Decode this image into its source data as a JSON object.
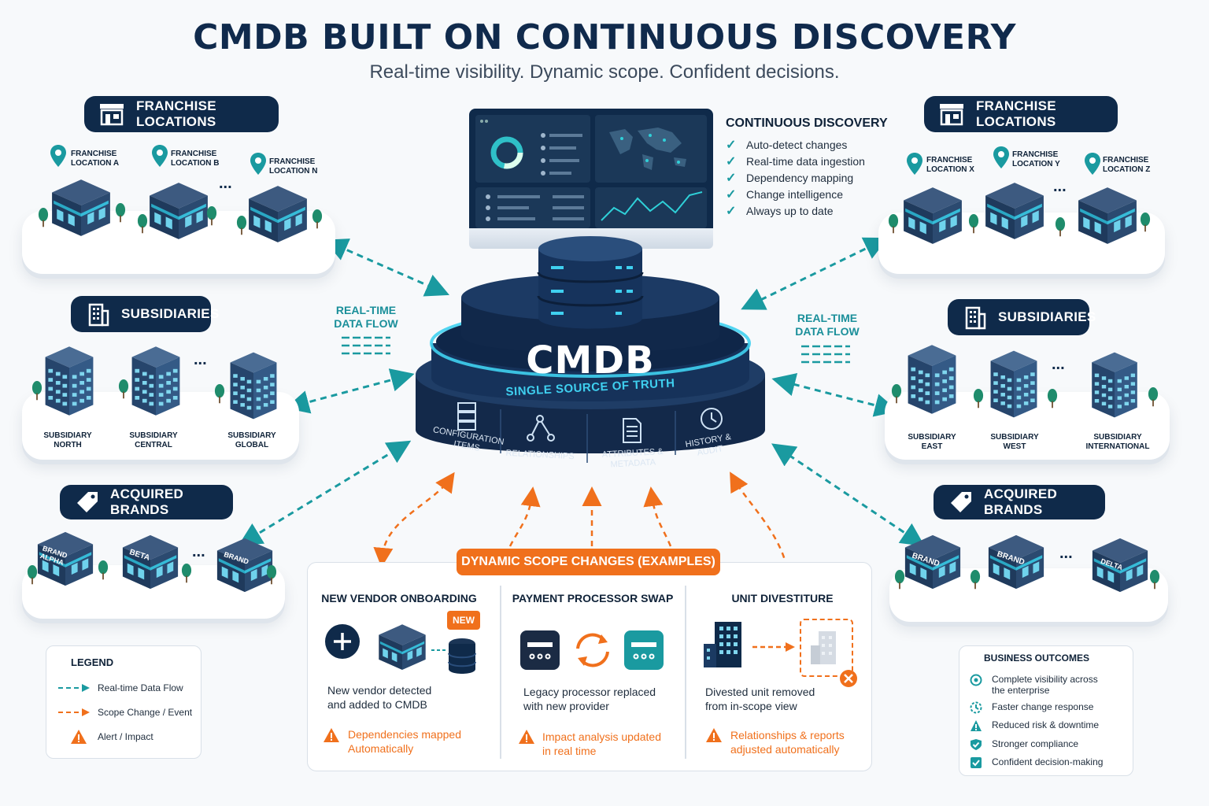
{
  "header": {
    "title": "CMDB BUILT ON CONTINUOUS DISCOVERY",
    "subtitle": "Real-time visibility. Dynamic scope. Confident decisions."
  },
  "left": {
    "franchise": {
      "title": "FRANCHISE LOCATIONS",
      "locations": [
        "FRANCHISE\nLOCATION A",
        "FRANCHISE\nLOCATION B",
        "FRANCHISE\nLOCATION N"
      ],
      "ellipsis": "..."
    },
    "subsidiaries": {
      "title": "SUBSIDIARIES",
      "items": [
        "SUBSIDIARY\nNORTH",
        "SUBSIDIARY\nCENTRAL",
        "SUBSIDIARY\nGLOBAL"
      ],
      "ellipsis": "..."
    },
    "brands": {
      "title": "ACQUIRED BRANDS",
      "signs": [
        "BRAND\nALPHA",
        "BETA",
        "BRAND"
      ],
      "ellipsis": "..."
    }
  },
  "right": {
    "franchise": {
      "title": "FRANCHISE LOCATIONS",
      "locations": [
        "FRANCHISE\nLOCATION X",
        "FRANCHISE\nLOCATION Y",
        "FRANCHISE\nLOCATION Z"
      ],
      "ellipsis": "..."
    },
    "subsidiaries": {
      "title": "SUBSIDIARIES",
      "items": [
        "SUBSIDIARY\nEAST",
        "SUBSIDIARY\nWEST",
        "SUBSIDIARY\nINTERNATIONAL"
      ],
      "ellipsis": "..."
    },
    "brands": {
      "title": "ACQUIRED BRANDS",
      "signs": [
        "BRAND",
        "BRAND",
        "DELTA"
      ],
      "ellipsis": "..."
    }
  },
  "flow_left": "REAL-TIME\nDATA FLOW",
  "flow_right": "REAL-TIME\nDATA FLOW",
  "discovery": {
    "title": "CONTINUOUS DISCOVERY",
    "items": [
      "Auto-detect changes",
      "Real-time data ingestion",
      "Dependency mapping",
      "Change intelligence",
      "Always up to date"
    ]
  },
  "cmdb": {
    "title": "CMDB",
    "tagline": "SINGLE SOURCE OF TRUTH",
    "segments": [
      "CONFIGURATION\nITEMS",
      "RELATIONSHIPS",
      "ATTRIBUTES &\nMETADATA",
      "HISTORY &\nAUDIT"
    ]
  },
  "scope": {
    "title": "DYNAMIC SCOPE CHANGES (EXAMPLES)",
    "columns": [
      {
        "title": "NEW VENDOR ONBOARDING",
        "badge": "NEW",
        "desc": "New vendor detected\nand added to CMDB",
        "alert": "Dependencies mapped\nAutomatically"
      },
      {
        "title": "PAYMENT PROCESSOR SWAP",
        "desc": "Legacy processor replaced\nwith new provider",
        "alert": "Impact analysis updated\nin real time"
      },
      {
        "title": "UNIT DIVESTITURE",
        "desc": "Divested unit removed\nfrom in-scope view",
        "alert": "Relationships & reports\nadjusted automatically"
      }
    ]
  },
  "legend": {
    "title": "LEGEND",
    "items": [
      "Real-time Data Flow",
      "Scope Change / Event",
      "Alert / Impact"
    ]
  },
  "outcomes": {
    "title": "BUSINESS OUTCOMES",
    "items": [
      "Complete visibility across\nthe enterprise",
      "Faster change response",
      "Reduced risk & downtime",
      "Stronger compliance",
      "Confident decision-making"
    ]
  },
  "colors": {
    "navy": "#0f2a4a",
    "teal": "#1a9aa0",
    "orange": "#f0701c"
  }
}
